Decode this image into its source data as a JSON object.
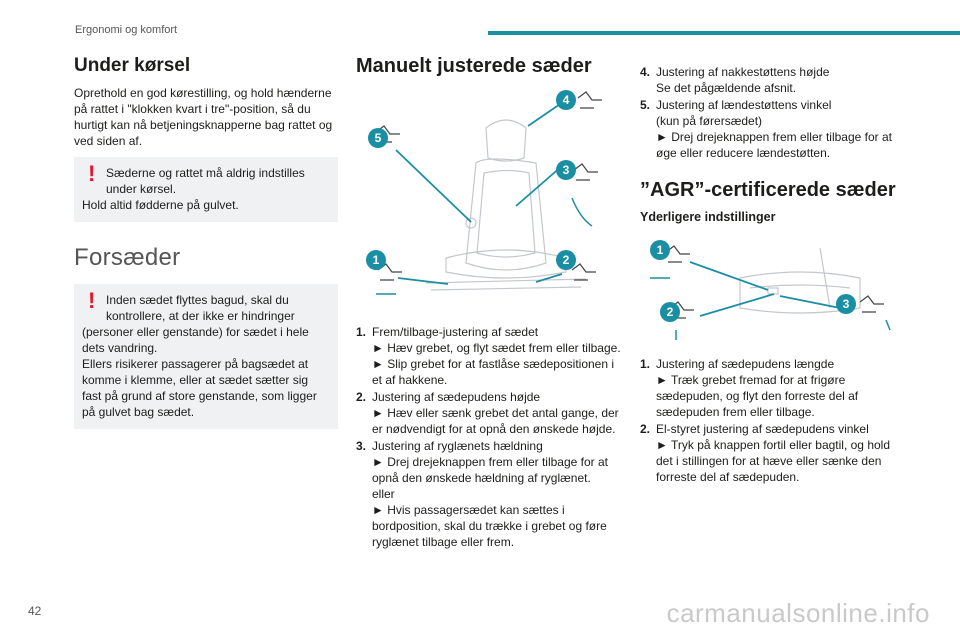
{
  "header": {
    "section": "Ergonomi og komfort"
  },
  "page_number": "42",
  "watermark": "carmanualsonline.info",
  "col1": {
    "title1": "Under kørsel",
    "para1": "Oprethold en god kørestilling, og hold hænderne på rattet i \"klokken kvart i tre\"-position, så du hurtigt kan nå betjeningsknapperne bag rattet og ved siden af.",
    "warn1_first": "Sæderne og rattet må aldrig indstilles under kørsel.",
    "warn1_rest": "Hold altid fødderne på gulvet.",
    "title2": "Forsæder",
    "warn2_first": "Inden sædet flyttes bagud, skal du kontrollere, at der ikke er hindringer",
    "warn2_rest": "(personer eller genstande) for sædet i hele dets vandring.",
    "warn2_extra": "Ellers risikerer passagerer på bagsædet at komme i klemme, eller at sædet sætter sig fast på grund af store genstande, som ligger på gulvet bag sædet."
  },
  "col2": {
    "title": "Manuelt justerede sæder",
    "badges": [
      "1",
      "2",
      "3",
      "4",
      "5"
    ],
    "steps": [
      {
        "num": "1.",
        "lines": [
          "Frem/tilbage-justering af sædet",
          "► Hæv grebet, og flyt sædet frem eller tilbage.",
          "► Slip grebet for at fastlåse sædepositionen i et af hakkene."
        ]
      },
      {
        "num": "2.",
        "lines": [
          "Justering af sædepudens højde",
          "► Hæv eller sænk grebet det antal gange, der er nødvendigt for at opnå den ønskede højde."
        ]
      },
      {
        "num": "3.",
        "lines": [
          "Justering af ryglænets hældning",
          "► Drej drejeknappen frem eller tilbage for at opnå den ønskede hældning af ryglænet.",
          "eller",
          "► Hvis passagersædet kan sættes i bordposition, skal du trække i grebet og føre ryglænet tilbage eller frem."
        ]
      }
    ]
  },
  "col3": {
    "steps_top": [
      {
        "num": "4.",
        "lines": [
          "Justering af nakkestøttens højde",
          "Se det pågældende afsnit."
        ]
      },
      {
        "num": "5.",
        "lines": [
          "Justering af lændestøttens vinkel",
          "(kun på førersædet)",
          "► Drej drejeknappen frem eller tilbage for at øge eller reducere lændestøtten."
        ]
      }
    ],
    "title": "”AGR”-certificerede sæder",
    "subtitle": "Yderligere indstillinger",
    "badges": [
      "1",
      "2",
      "3"
    ],
    "steps": [
      {
        "num": "1.",
        "lines": [
          "Justering af sædepudens længde",
          "► Træk grebet fremad for at frigøre sædepuden, og flyt den forreste del af sædepuden frem eller tilbage."
        ]
      },
      {
        "num": "2.",
        "lines": [
          "El-styret justering af sædepudens vinkel",
          "► Tryk på knappen fortil eller bagtil, og hold det i stillingen for at hæve eller sænke den forreste del af sædepuden."
        ]
      }
    ]
  },
  "colors": {
    "accent": "#1a8fa3",
    "warning": "#e3182d",
    "panel": "#f0f1f3"
  }
}
